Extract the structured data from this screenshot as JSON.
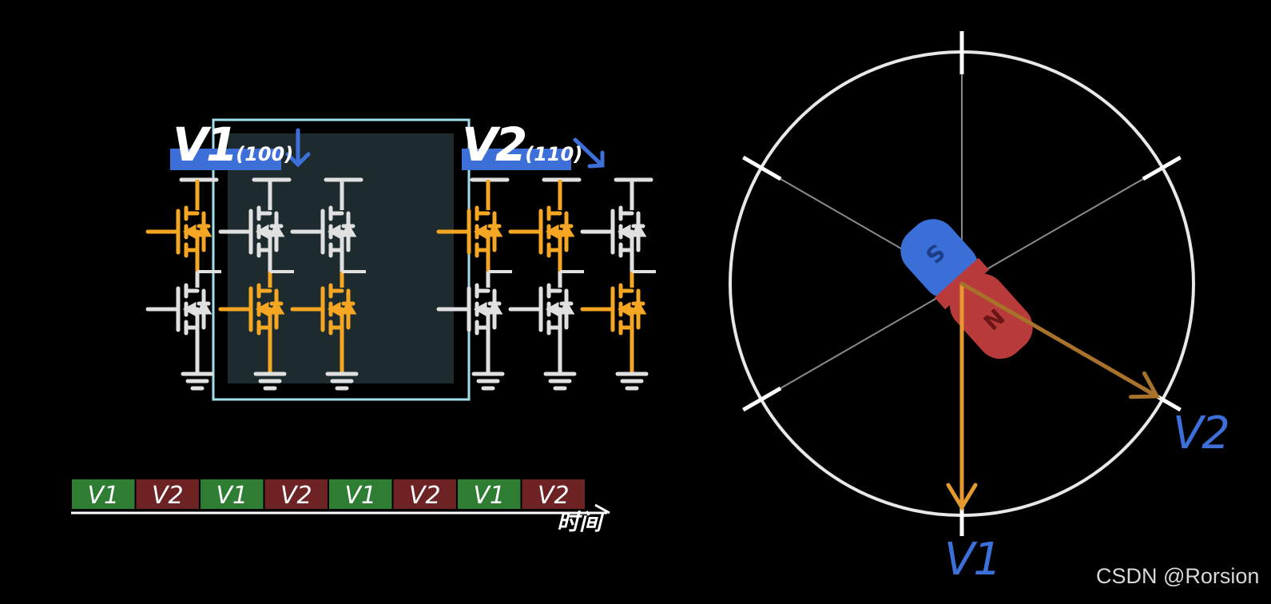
{
  "vector_labels": {
    "v1": {
      "name": "V1",
      "code": "(100)"
    },
    "v2": {
      "name": "V2",
      "code": "(110)"
    }
  },
  "switch_states": {
    "v1": [
      1,
      0,
      0
    ],
    "v2": [
      1,
      1,
      0
    ]
  },
  "timeline": {
    "segments": [
      "V1",
      "V2",
      "V1",
      "V2",
      "V1",
      "V2",
      "V1",
      "V2"
    ],
    "axis_label": "时间"
  },
  "vector_diagram": {
    "labels": {
      "v1": "V1",
      "v2": "V2"
    },
    "magnet": {
      "south": "S",
      "north": "N"
    }
  },
  "watermark": "CSDN @Rorsion",
  "colors": {
    "active": "#f5a623",
    "inactive": "#e0e0e0",
    "accent_blue": "#3d6fd9",
    "green": "#2e7d32",
    "maroon": "#6d2323",
    "highlight_border": "#9fe0ea",
    "highlight_fill": "#1d2b2e",
    "magnet_s": "#3a6fd8",
    "magnet_n": "#b83a3a"
  }
}
